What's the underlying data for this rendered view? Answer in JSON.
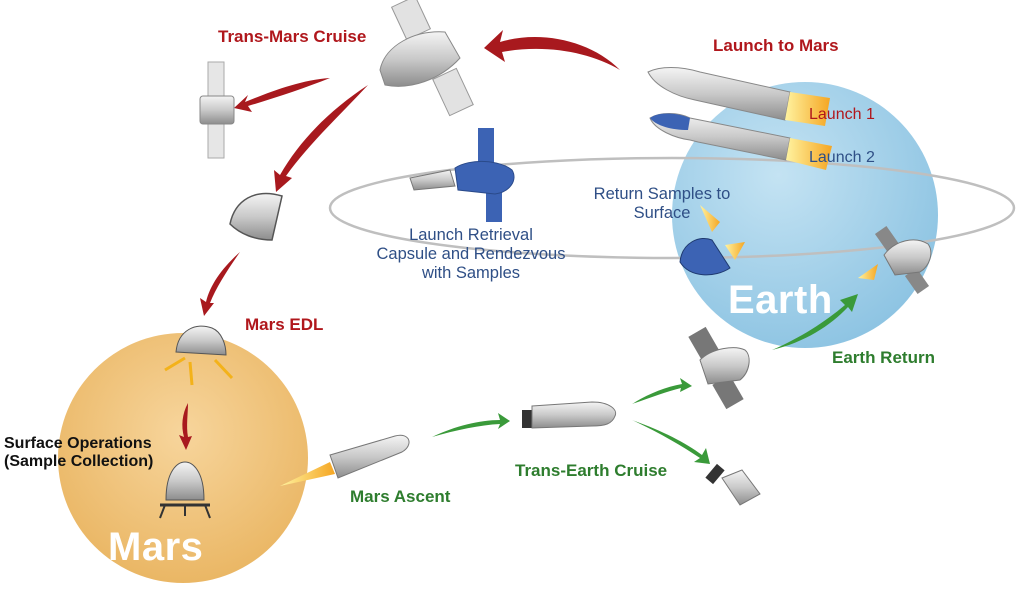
{
  "labels": {
    "trans_mars_cruise": "Trans-Mars Cruise",
    "launch_to_mars": "Launch to Mars",
    "launch_1": "Launch 1",
    "launch_2": "Launch 2",
    "return_samples_line1": "Return Samples to",
    "return_samples_line2": "Surface",
    "launch_retrieval_line1": "Launch Retrieval",
    "launch_retrieval_line2": "Capsule and Rendezvous",
    "launch_retrieval_line3": "with Samples",
    "mars_edl": "Mars EDL",
    "surface_ops_line1": "Surface Operations",
    "surface_ops_line2": "(Sample Collection)",
    "mars_ascent": "Mars Ascent",
    "trans_earth_cruise": "Trans-Earth Cruise",
    "earth_return": "Earth Return"
  },
  "planets": {
    "earth": "Earth",
    "mars": "Mars"
  },
  "colors": {
    "outbound_arrow": "#a8191e",
    "return_arrow": "#3a9a3a",
    "earth": "#a9d3ea",
    "mars": "#efc27c",
    "spacecraft_gray": "#cfcfcf",
    "capsule_blue": "#3c63b4",
    "flame": "#f3b21a"
  }
}
